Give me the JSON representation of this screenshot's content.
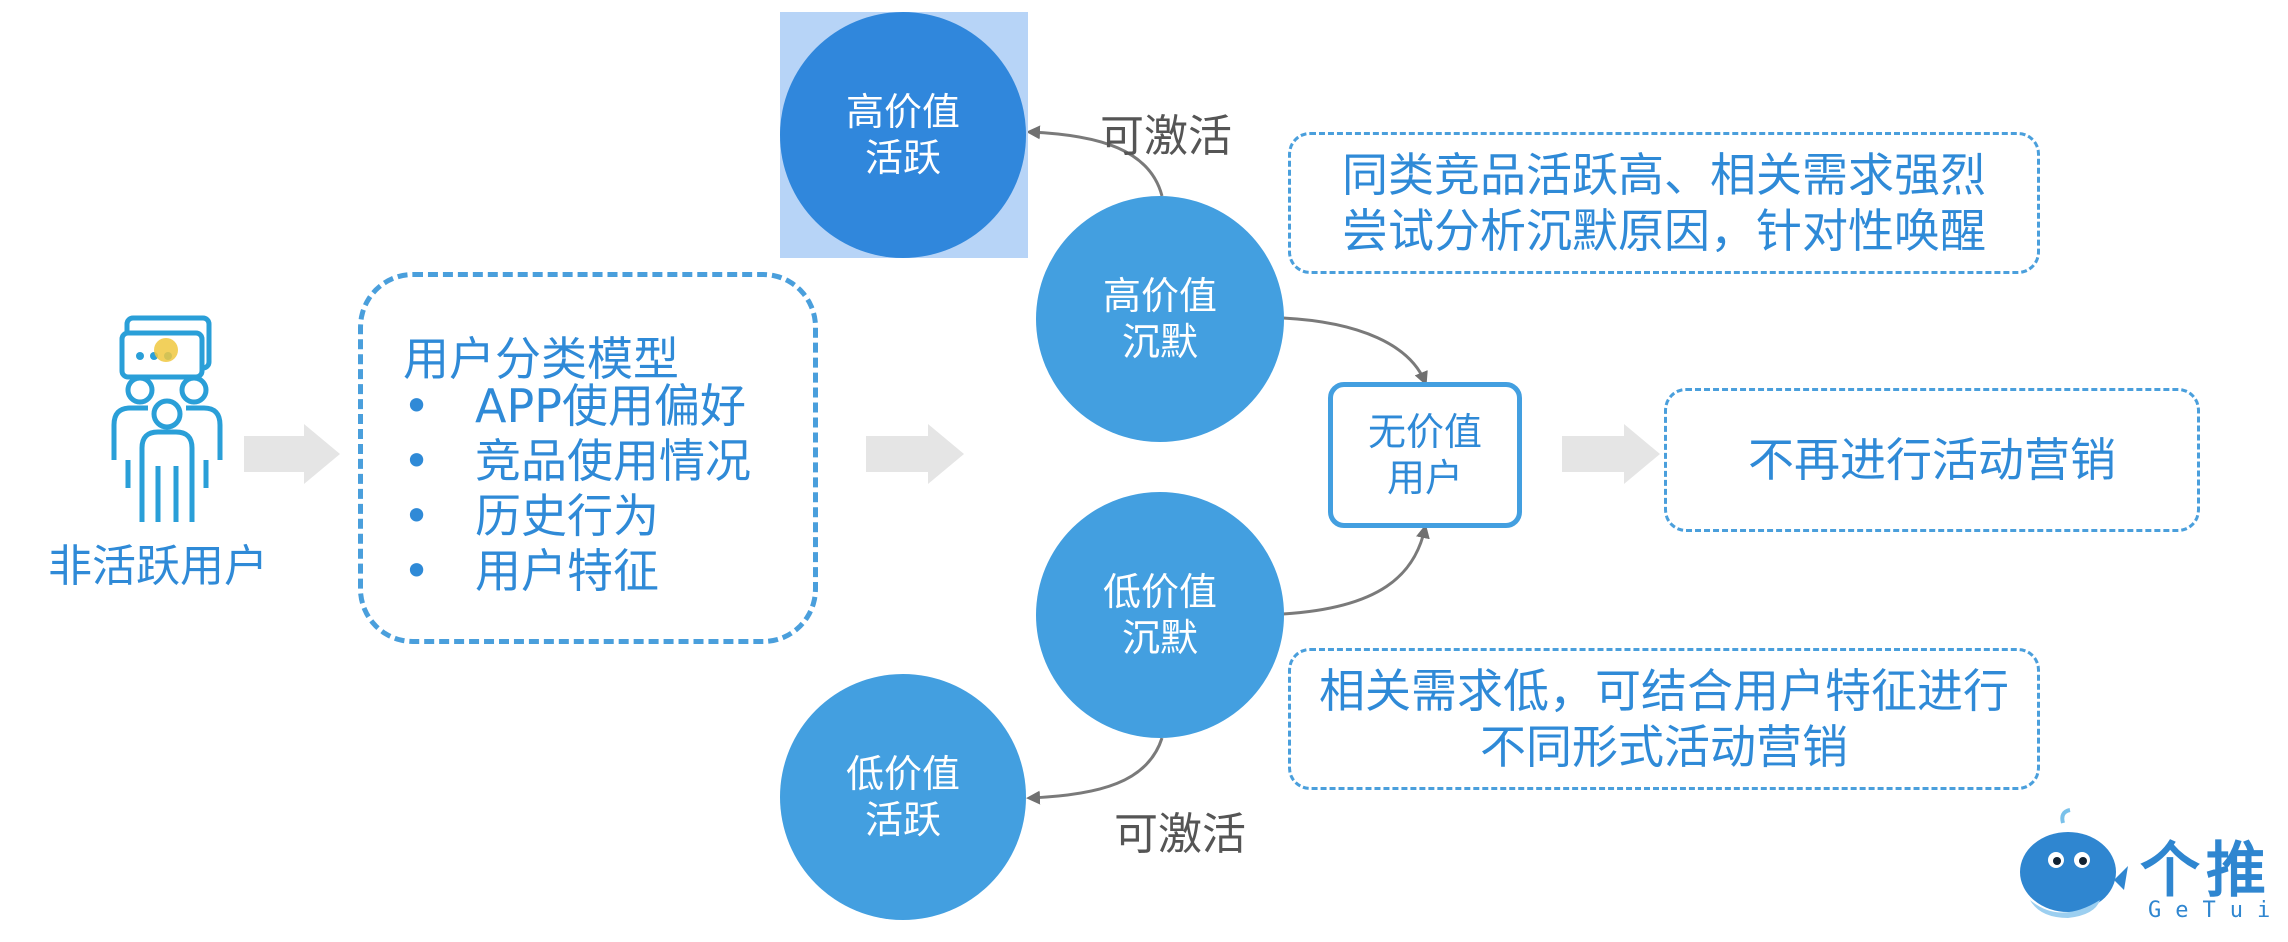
{
  "source": {
    "label": "非活跃用户"
  },
  "model": {
    "title": "用户分类模型",
    "items": [
      "APP使用偏好",
      "竞品使用情况",
      "历史行为",
      "用户特征"
    ]
  },
  "nodes": {
    "high_active": [
      "高价值",
      "活跃"
    ],
    "high_silent": [
      "高价值",
      "沉默"
    ],
    "low_silent": [
      "低价值",
      "沉默"
    ],
    "low_active": [
      "低价值",
      "活跃"
    ],
    "no_value": [
      "无价值",
      "用户"
    ]
  },
  "activatable_top": "可激活",
  "activatable_bottom": "可激活",
  "notes": {
    "high": [
      "同类竞品活跃高、相关需求强烈",
      "尝试分析沉默原因，针对性唤醒"
    ],
    "low": [
      "相关需求低，可结合用户特征进行",
      "不同形式活动营销"
    ],
    "none": "不再进行活动营销"
  },
  "logo": {
    "name": "个推",
    "sub": "GeTui"
  },
  "colors": {
    "primary": "#439fe0",
    "dark": "#3087dc",
    "highlight": "#b7d4f7",
    "arrow_gray": "#e5e5e5"
  }
}
